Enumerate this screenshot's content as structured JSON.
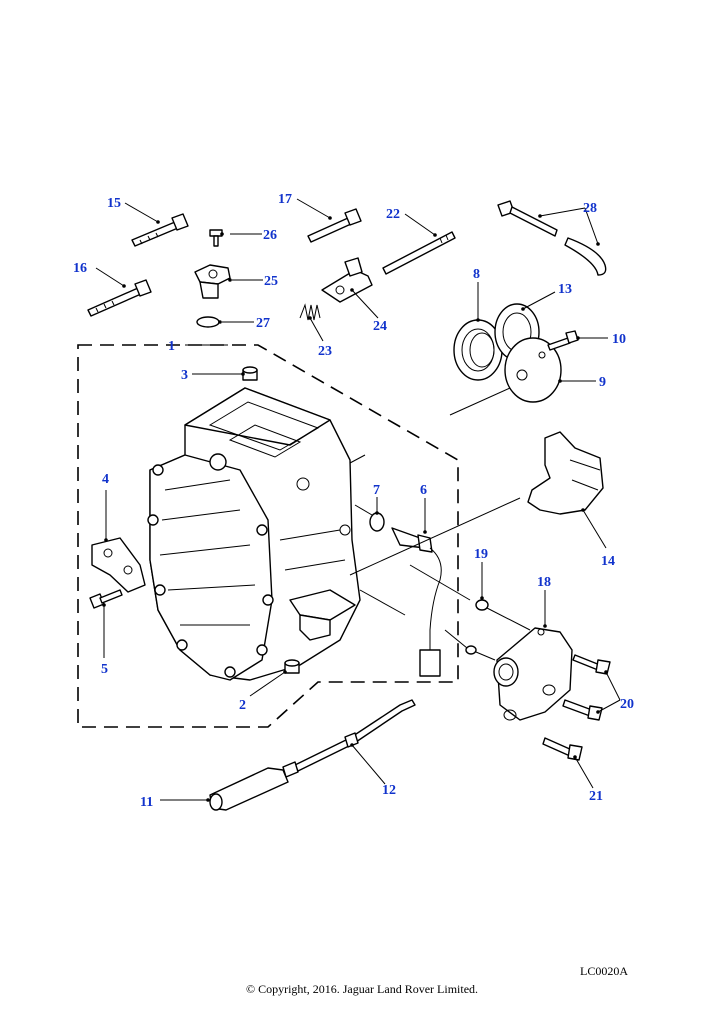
{
  "callouts": {
    "c1": "1",
    "c2": "2",
    "c3": "3",
    "c4": "4",
    "c5": "5",
    "c6": "6",
    "c7": "7",
    "c8": "8",
    "c9": "9",
    "c10": "10",
    "c11": "11",
    "c12": "12",
    "c13": "13",
    "c14": "14",
    "c15": "15",
    "c16": "16",
    "c17": "17",
    "c18": "18",
    "c19": "19",
    "c20": "20",
    "c21": "21",
    "c22": "22",
    "c23": "23",
    "c24": "24",
    "c25": "25",
    "c26": "26",
    "c27": "27",
    "c28": "28"
  },
  "footer": {
    "reference_code": "LC0020A",
    "copyright": "© Copyright, 2016. Jaguar Land Rover Limited."
  },
  "colors": {
    "callout": "#1133cc",
    "line": "#000000",
    "background": "#ffffff"
  }
}
